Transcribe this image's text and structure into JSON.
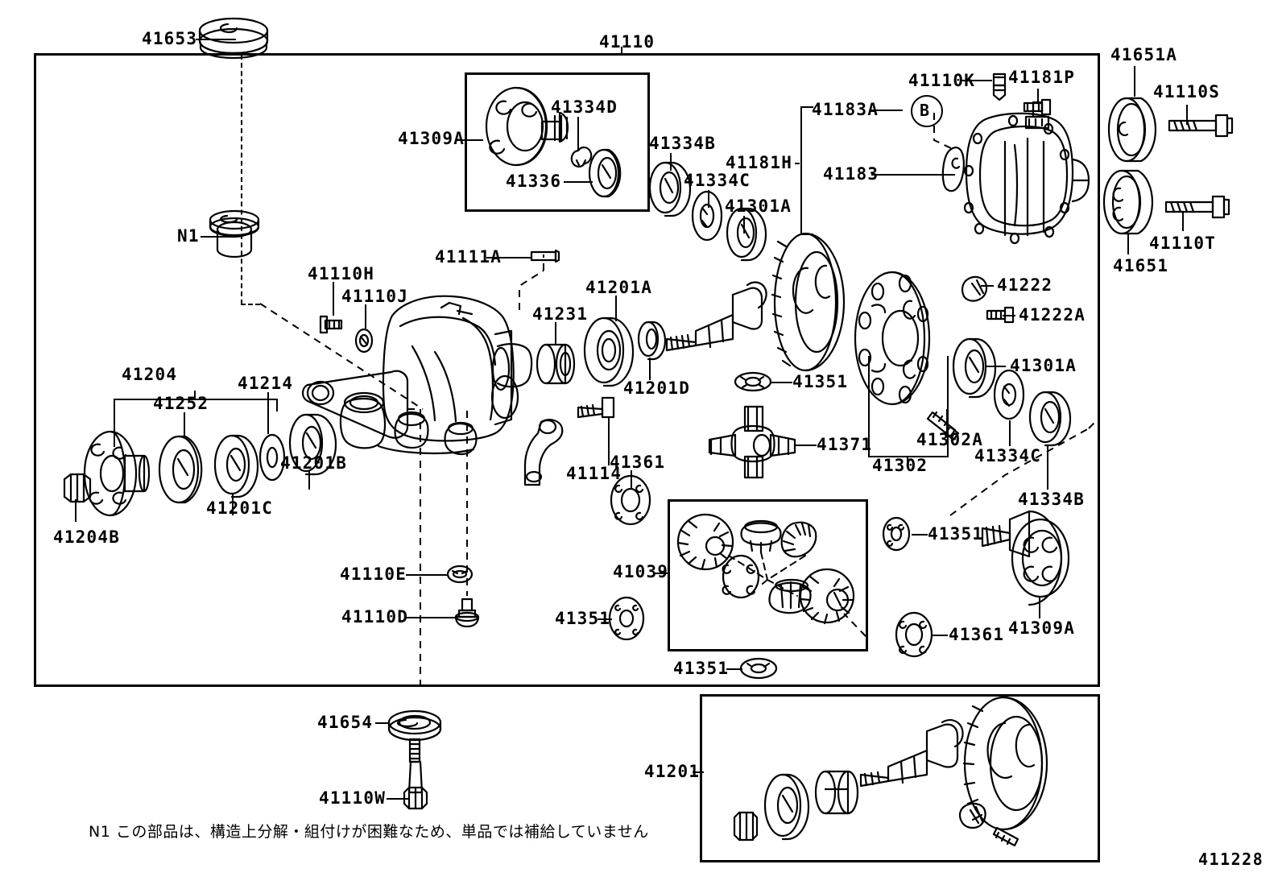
{
  "diagram": {
    "number": "411228",
    "title": "41110",
    "note_marker": "N1",
    "note_text": "N1 この部品は、構造上分解・組付けが困難なため、単品では補給していません",
    "balloon_b": "B"
  },
  "labels": {
    "p41653": "41653",
    "p41110": "41110",
    "p41651A": "41651A",
    "p41110S": "41110S",
    "p41110T": "41110T",
    "p41651": "41651",
    "p41309A_top": "41309A",
    "p41334D": "41334D",
    "p41336": "41336",
    "p41334B_top": "41334B",
    "p41334C_top": "41334C",
    "p41301A_top": "41301A",
    "p41110K": "41110K",
    "p41181P": "41181P",
    "p41183A": "41183A",
    "p41181H": "41181H",
    "p41183": "41183",
    "pN1": "N1",
    "p41111A": "41111A",
    "p41110H": "41110H",
    "p41110J": "41110J",
    "p41231": "41231",
    "p41201A": "41201A",
    "p41201D": "41201D",
    "p41204": "41204",
    "p41252": "41252",
    "p41214": "41214",
    "p41201C": "41201C",
    "p41201B": "41201B",
    "p41204B": "41204B",
    "p41222": "41222",
    "p41222A": "41222A",
    "p41301A_right": "41301A",
    "p41302A": "41302A",
    "p41302": "41302",
    "p41334C_right": "41334C",
    "p41334B_right": "41334B",
    "p41351_a": "41351",
    "p41371": "41371",
    "p41114": "41114",
    "p41361_a": "41361",
    "p41039": "41039",
    "p41351_b": "41351",
    "p41351_c": "41351",
    "p41351_d": "41351",
    "p41361_b": "41361",
    "p41309A_right": "41309A",
    "p41110E": "41110E",
    "p41110D": "41110D",
    "p41654": "41654",
    "p41110W": "41110W",
    "p41201_inset": "41201"
  },
  "colors": {
    "ink": "#000000",
    "paper": "#ffffff"
  }
}
